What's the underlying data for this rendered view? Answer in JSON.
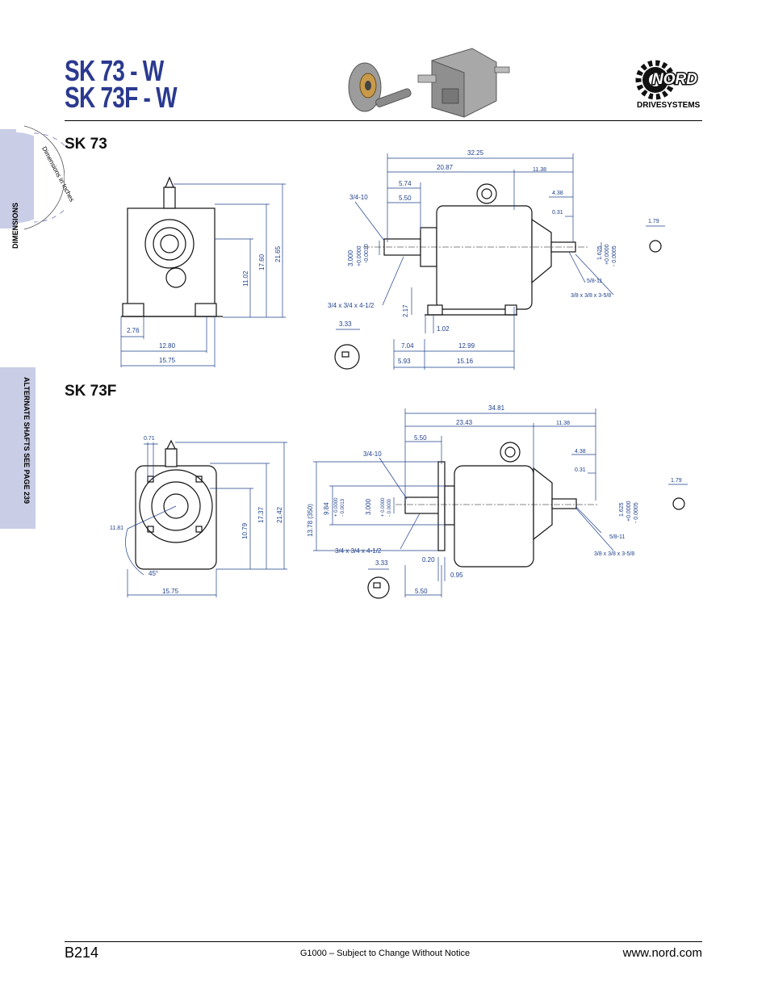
{
  "header": {
    "title_line1": "SK 73 - W",
    "title_line2": "SK 73F - W",
    "brand_name": "NORD",
    "brand_tagline": "DRIVESYSTEMS"
  },
  "side_tabs": {
    "dimensions": "DIMENSIONS",
    "dimensions_note": "Dimensions in Inches",
    "alternate_shafts": "ALTERNATE SHAFTS SEE PAGE 239"
  },
  "sections": {
    "sk73": "SK 73",
    "sk73f": "SK 73F"
  },
  "sk73_dims": {
    "overall_length": "32.25",
    "len_2087": "20.87",
    "len_1138": "11.38",
    "len_574": "5.74",
    "thread_in": "3/4-10",
    "len_550": "5.50",
    "len_438": "4.38",
    "len_031": "0.31",
    "len_179": "1.79",
    "shaft_in": "3.000",
    "shaft_in_tol_plus": "+0.0000",
    "shaft_in_tol_minus": "-0.0010",
    "shaft_out": "1.625",
    "shaft_out_tol_plus": "+0.0000",
    "shaft_out_tol_minus": "- 0.0005",
    "thread_out": "5/8-11",
    "key_out": "3/8 x 3/8 x 3-5/8",
    "key_in": "3/4 x 3/4 x 4-1/2",
    "height_217": "2.17",
    "len_102": "1.02",
    "len_333": "3.33",
    "len_704": "7.04",
    "len_1299": "12.99",
    "len_593": "5.93",
    "len_1516": "15.16",
    "front_276": "2.76",
    "front_1280": "12.80",
    "front_1575": "15.75",
    "front_1102": "11.02",
    "front_1760": "17.60",
    "front_2165": "21.65"
  },
  "sk73f_dims": {
    "overall_length": "34.81",
    "len_2343": "23.43",
    "len_1138": "11.38",
    "len_550_top": "5.50",
    "thread_in": "3/4-10",
    "len_438": "4.38",
    "len_031": "0.31",
    "len_179": "1.79",
    "flange_1378": "13.78 (350)",
    "flange_984": "9.84",
    "flange_984_tol_plus": "+ 0.0000",
    "flange_984_tol_minus": "- 0.0013",
    "shaft_in": "3.000",
    "shaft_in_tol_plus": "+ 0.0000",
    "shaft_in_tol_minus": "- 0.0000",
    "shaft_out": "1.625",
    "shaft_out_tol_plus": "+0.0000",
    "shaft_out_tol_minus": "- 0.0005",
    "thread_out": "5/8-11",
    "key_out": "3/8 x 3/8 x 3-5/8",
    "key_in": "3/4 x 3/4 x 4-1/2",
    "len_020": "0.20",
    "len_333": "3.33",
    "len_095": "0.95",
    "len_550_bot": "5.50",
    "front_071": "0.71",
    "front_1181": "11.81",
    "front_45": "45°",
    "front_1575": "15.75",
    "front_1079": "10.79",
    "front_1737": "17.37",
    "front_2142": "21.42"
  },
  "footer": {
    "page_number": "B214",
    "notice": "G1000 – Subject to Change Without Notice",
    "website": "www.nord.com"
  }
}
